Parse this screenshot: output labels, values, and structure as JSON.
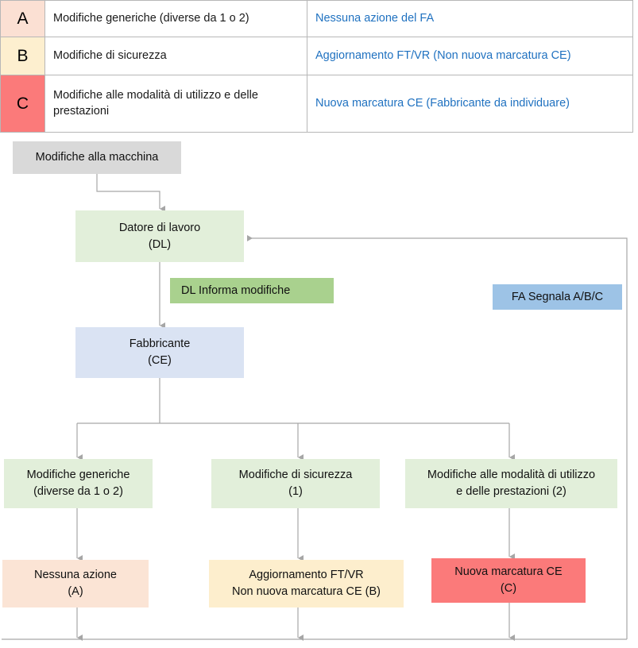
{
  "legend": {
    "rows": [
      {
        "code": "A",
        "code_color": "#fbe0d3",
        "description": "Modifiche generiche (diverse da 1 o 2)",
        "action": "Nessuna azione del FA"
      },
      {
        "code": "B",
        "code_color": "#fdefcf",
        "description": "Modifiche di sicurezza",
        "action": "Aggiornamento FT/VR (Non nuova marcatura CE)"
      },
      {
        "code": "C",
        "code_color": "#fb7a7a",
        "description": "Modifiche alle modalità di utilizzo e delle prestazioni",
        "action": "Nuova marcatura CE (Fabbricante da individuare)"
      }
    ],
    "action_text_color": "#1f71c0",
    "border_color": "#b7b7b7"
  },
  "flowchart": {
    "nodes": {
      "modifiche_macchina": {
        "line1": "Modifiche alla macchina",
        "line2": "",
        "color": "#d9d9d9"
      },
      "datore_lavoro": {
        "line1": "Datore di lavoro",
        "line2": "(DL)",
        "color": "#e2efda"
      },
      "dl_informa": {
        "line1": "DL Informa modifiche",
        "line2": "",
        "color": "#a9d18e"
      },
      "fa_segnala": {
        "line1": "FA Segnala A/B/C",
        "line2": "",
        "color": "#9dc3e6"
      },
      "fabbricante": {
        "line1": "Fabbricante",
        "line2": "(CE)",
        "color": "#dae3f3"
      },
      "modifiche_generiche": {
        "line1": "Modifiche generiche",
        "line2": "(diverse da 1 o 2)",
        "color": "#e2efda"
      },
      "modifiche_sicurezza": {
        "line1": "Modifiche di sicurezza",
        "line2": "(1)",
        "color": "#e2efda"
      },
      "modifiche_modalita": {
        "line1": "Modifiche alle modalità di utilizzo",
        "line2": "e delle prestazioni (2)",
        "color": "#e2efda"
      },
      "nessuna_azione": {
        "line1": "Nessuna azione",
        "line2": "(A)",
        "color": "#fbe4d5"
      },
      "aggiornamento": {
        "line1": "Aggiornamento FT/VR",
        "line2": "Non nuova marcatura CE (B)",
        "color": "#fdeecd"
      },
      "nuova_marcatura": {
        "line1": "Nuova marcatura CE",
        "line2": "(C)",
        "color": "#fb7a7a"
      }
    },
    "connector_color": "#a6a6a6"
  }
}
